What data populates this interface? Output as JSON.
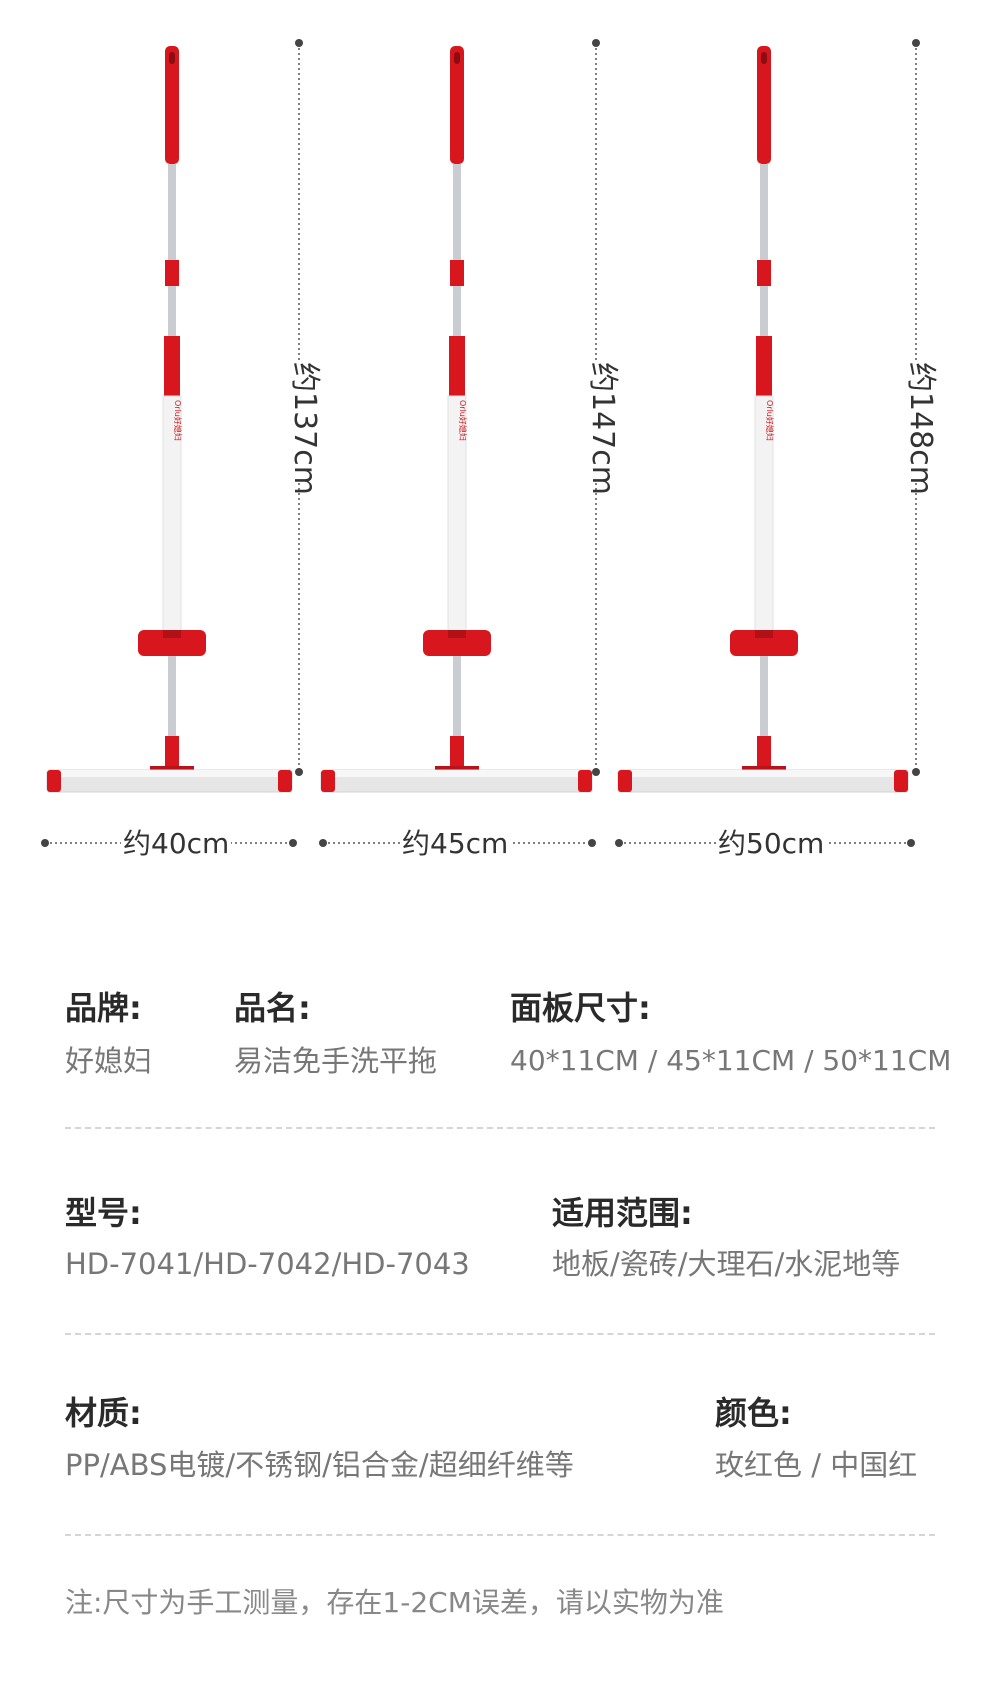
{
  "product_image": {
    "mops": [
      {
        "width_label": "约40cm",
        "height_label": "约137cm",
        "brand_mark": "Orlu好媳妇"
      },
      {
        "width_label": "约45cm",
        "height_label": "约147cm",
        "brand_mark": "Orlu好媳妇"
      },
      {
        "width_label": "约50cm",
        "height_label": "约148cm",
        "brand_mark": "Orlu好媳妇"
      }
    ],
    "colors": {
      "handle_red": "#d7161e",
      "pole_steel": "#c9ccd0",
      "pole_white": "#f3f3f3",
      "pad_grey": "#e6e6e6"
    }
  },
  "specs": {
    "brand": {
      "label": "品牌:",
      "value": "好媳妇"
    },
    "name": {
      "label": "品名:",
      "value": "易洁免手洗平拖"
    },
    "panel_size": {
      "label": "面板尺寸:",
      "value": "40*11CM / 45*11CM / 50*11CM"
    },
    "model": {
      "label": "型号:",
      "value": "HD-7041/HD-7042/HD-7043"
    },
    "usage": {
      "label": "适用范围:",
      "value": "地板/瓷砖/大理石/水泥地等"
    },
    "material": {
      "label": "材质:",
      "value": "PP/ABS电镀/不锈钢/铝合金/超细纤维等"
    },
    "color": {
      "label": "颜色:",
      "value": "玫红色 / 中国红"
    }
  },
  "note": "注:尺寸为手工测量，存在1-2CM误差，请以实物为准"
}
